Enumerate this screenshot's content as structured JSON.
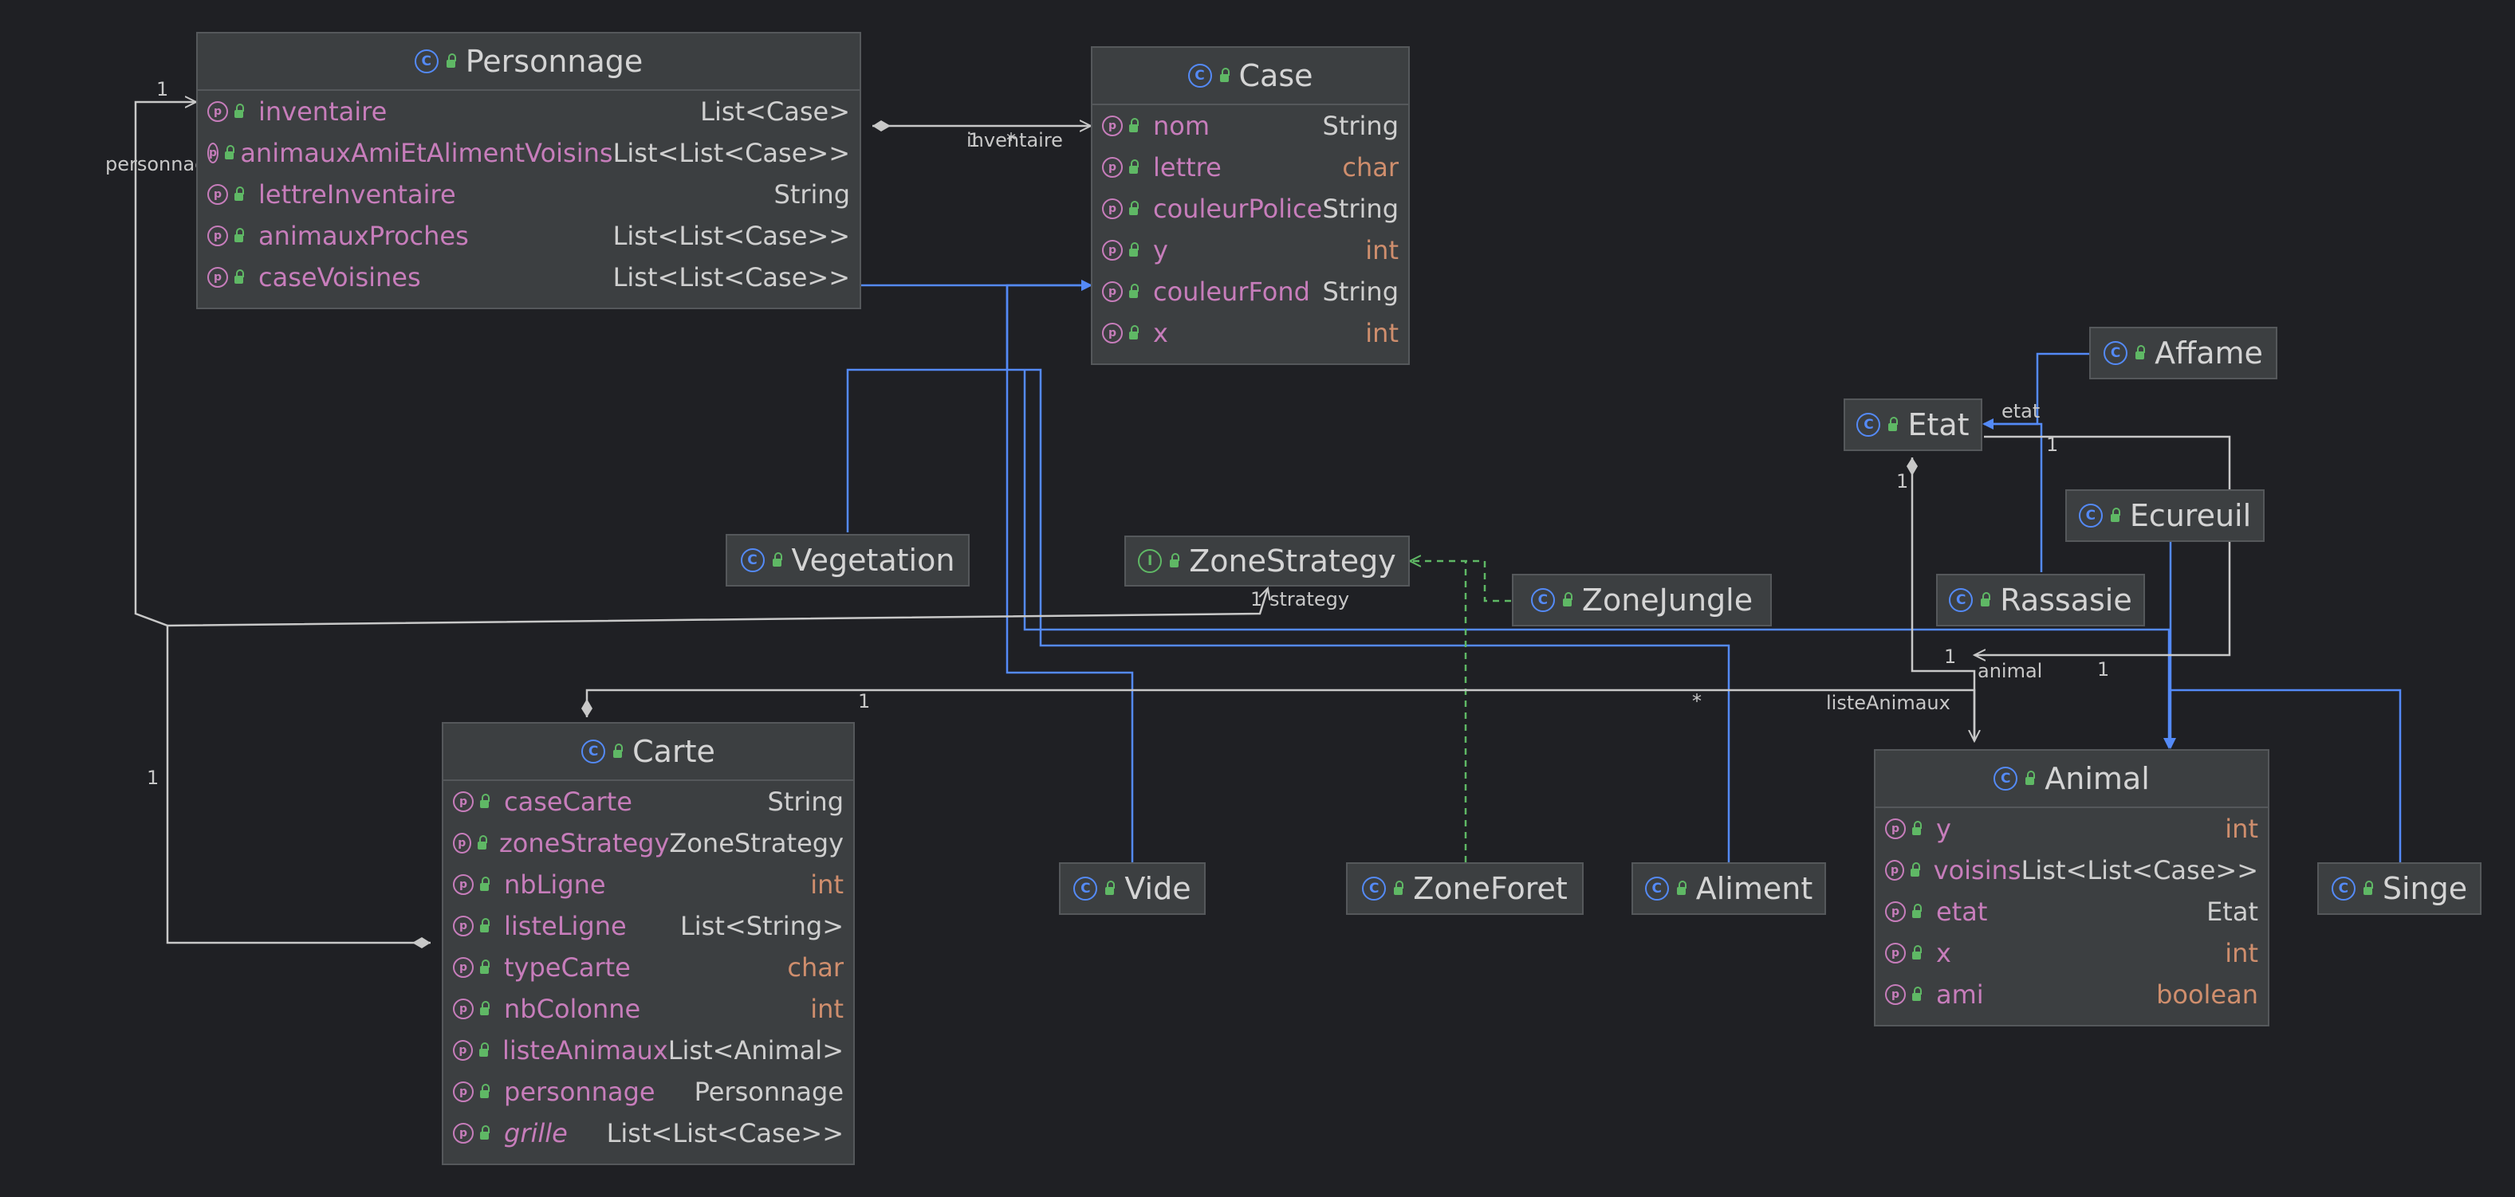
{
  "colors": {
    "background": "#1f2024",
    "node_bg": "#3c3f41",
    "field_name": "#c77dbb",
    "field_type": "#cfcfcf",
    "primitive_type": "#cf8e6d",
    "inheritance_edge": "#548af7",
    "association_edge": "#c8c8c8",
    "realization_edge": "#5fb865"
  },
  "classes": {
    "personnage": {
      "name": "Personnage",
      "icon": "class-icon",
      "fields": [
        {
          "name": "inventaire",
          "type": "List<Case>"
        },
        {
          "name": "animauxAmiEtAlimentVoisins",
          "type": "List<List<Case>>"
        },
        {
          "name": "lettreInventaire",
          "type": "String"
        },
        {
          "name": "animauxProches",
          "type": "List<List<Case>>"
        },
        {
          "name": "caseVoisines",
          "type": "List<List<Case>>"
        }
      ]
    },
    "case": {
      "name": "Case",
      "icon": "class-icon",
      "fields": [
        {
          "name": "nom",
          "type": "String"
        },
        {
          "name": "lettre",
          "type": "char"
        },
        {
          "name": "couleurPolice",
          "type": "String"
        },
        {
          "name": "y",
          "type": "int"
        },
        {
          "name": "couleurFond",
          "type": "String"
        },
        {
          "name": "x",
          "type": "int"
        }
      ]
    },
    "carte": {
      "name": "Carte",
      "icon": "class-icon",
      "fields": [
        {
          "name": "caseCarte",
          "type": "String"
        },
        {
          "name": "zoneStrategy",
          "type": "ZoneStrategy"
        },
        {
          "name": "nbLigne",
          "type": "int"
        },
        {
          "name": "listeLigne",
          "type": "List<String>"
        },
        {
          "name": "typeCarte",
          "type": "char"
        },
        {
          "name": "nbColonne",
          "type": "int"
        },
        {
          "name": "listeAnimaux",
          "type": "List<Animal>"
        },
        {
          "name": "personnage",
          "type": "Personnage"
        },
        {
          "name": "grille",
          "type": "List<List<Case>>"
        }
      ]
    },
    "animal": {
      "name": "Animal",
      "icon": "class-icon",
      "fields": [
        {
          "name": "y",
          "type": "int"
        },
        {
          "name": "voisins",
          "type": "List<List<Case>>"
        },
        {
          "name": "etat",
          "type": "Etat"
        },
        {
          "name": "x",
          "type": "int"
        },
        {
          "name": "ami",
          "type": "boolean"
        }
      ]
    },
    "vegetation": {
      "name": "Vegetation",
      "icon": "class-icon"
    },
    "zone_strategy": {
      "name": "ZoneStrategy",
      "icon": "interface-icon"
    },
    "zone_jungle": {
      "name": "ZoneJungle",
      "icon": "class-icon"
    },
    "zone_foret": {
      "name": "ZoneForet",
      "icon": "class-icon"
    },
    "vide": {
      "name": "Vide",
      "icon": "class-icon"
    },
    "aliment": {
      "name": "Aliment",
      "icon": "class-icon"
    },
    "etat": {
      "name": "Etat",
      "icon": "class-icon"
    },
    "affame": {
      "name": "Affame",
      "icon": "class-icon"
    },
    "ecureuil": {
      "name": "Ecureuil",
      "icon": "class-icon"
    },
    "rassasie": {
      "name": "Rassasie",
      "icon": "class-icon"
    },
    "singe": {
      "name": "Singe",
      "icon": "class-icon"
    }
  },
  "edge_labels": {
    "inventaire": "inventaire",
    "personnage": "personnage",
    "strategy": "strategy",
    "listeAnimaux": "listeAnimaux",
    "animal": "animal",
    "etat": "etat",
    "one": "1",
    "many": "*"
  }
}
